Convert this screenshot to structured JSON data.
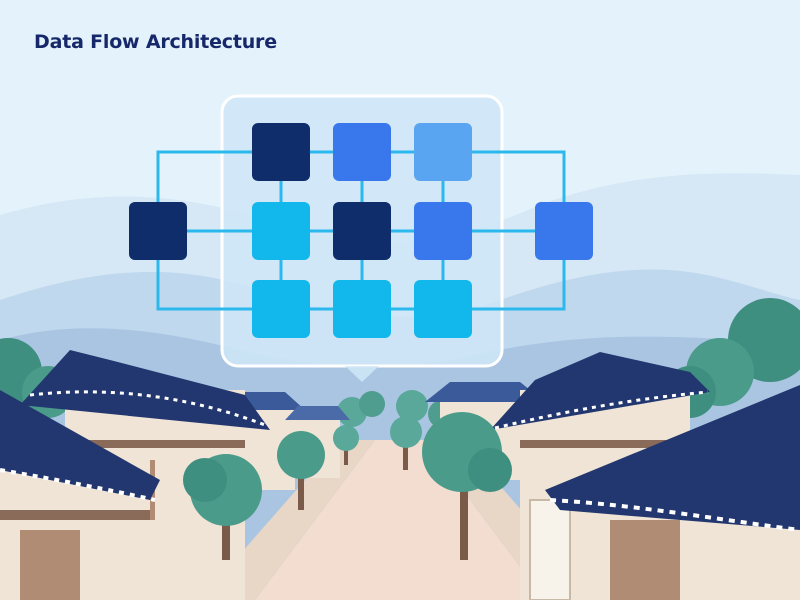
{
  "title": "Data Flow Architecture",
  "diagram": {
    "panel_fill": "#cfe6f7",
    "connector_color": "#2bb8ec",
    "nodes": [
      {
        "id": "input",
        "color": "#102d6b"
      },
      {
        "id": "grid-r1-c1",
        "color": "#102d6b"
      },
      {
        "id": "grid-r1-c2",
        "color": "#3977ec"
      },
      {
        "id": "grid-r1-c3",
        "color": "#5aa5f2"
      },
      {
        "id": "grid-r2-c1",
        "color": "#12b7ec"
      },
      {
        "id": "grid-r2-c2",
        "color": "#102d6b"
      },
      {
        "id": "grid-r2-c3",
        "color": "#3977ec"
      },
      {
        "id": "grid-r3-c1",
        "color": "#12b7ec"
      },
      {
        "id": "grid-r3-c2",
        "color": "#12b7ec"
      },
      {
        "id": "grid-r3-c3",
        "color": "#12b7ec"
      },
      {
        "id": "output",
        "color": "#3977ec"
      }
    ],
    "edges": [
      [
        "grid-r1-c1",
        "grid-r1-c2"
      ],
      [
        "grid-r1-c2",
        "grid-r1-c3"
      ],
      [
        "grid-r2-c1",
        "grid-r2-c2"
      ],
      [
        "grid-r2-c2",
        "grid-r2-c3"
      ],
      [
        "grid-r3-c1",
        "grid-r3-c2"
      ],
      [
        "grid-r3-c2",
        "grid-r3-c3"
      ],
      [
        "grid-r1-c1",
        "grid-r2-c1"
      ],
      [
        "grid-r2-c1",
        "grid-r3-c1"
      ],
      [
        "grid-r1-c2",
        "grid-r2-c2"
      ],
      [
        "grid-r2-c2",
        "grid-r3-c2"
      ],
      [
        "grid-r1-c3",
        "grid-r2-c3"
      ],
      [
        "grid-r2-c3",
        "grid-r3-c3"
      ],
      [
        "input",
        "grid-r2-c1"
      ],
      [
        "input",
        "grid-r1-c1"
      ],
      [
        "input",
        "grid-r3-c1"
      ],
      [
        "grid-r2-c3",
        "output"
      ],
      [
        "grid-r1-c3",
        "output"
      ],
      [
        "grid-r3-c3",
        "output"
      ]
    ]
  },
  "background": {
    "sky": "#e4f2fb",
    "mountain_far": "#c9def0",
    "mountain_near": "#b4cde6",
    "roof": "#22376f",
    "tree": "#3f8f80",
    "wall": "#efe4d6",
    "road": "#f2ddd0"
  }
}
